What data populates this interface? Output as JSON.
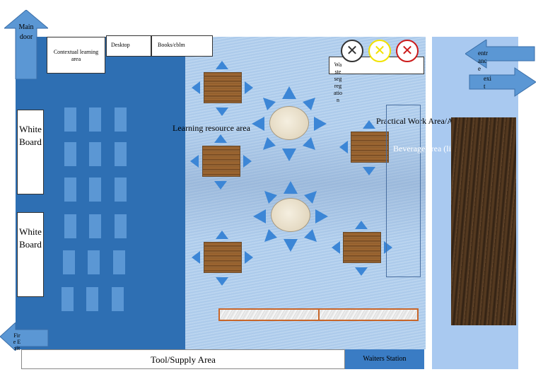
{
  "labels": {
    "main_door": "Main door",
    "contextual": "Contextual learning area",
    "desktop": "Desktop",
    "books": "Books/cblm",
    "whiteboard_1": "White Board",
    "whiteboard_2": "White Board",
    "learning_resource": "Learning resource area",
    "waste": "Waste segregation",
    "practical": "Practical Work Area/Assessment Area",
    "beverage": "Beverage area (link to kitchen",
    "entrance": "entrance",
    "exit": "exit",
    "fire_exit": "Fire Exit",
    "tool_supply": "Tool/Supply Area",
    "waiters_station": "Waiters Station"
  },
  "icons": {
    "bin_black": "circle-x-icon",
    "bin_yellow": "circle-x-icon",
    "bin_red": "circle-x-icon"
  },
  "colors": {
    "left_zone": "#2e6fb3",
    "center_zone": "#b7d2ee",
    "right_zone": "#a9c9f0",
    "arrow": "#3c86d6",
    "bin_black": "#333333",
    "bin_yellow": "#f2e200",
    "bin_red": "#cc1a1a"
  }
}
